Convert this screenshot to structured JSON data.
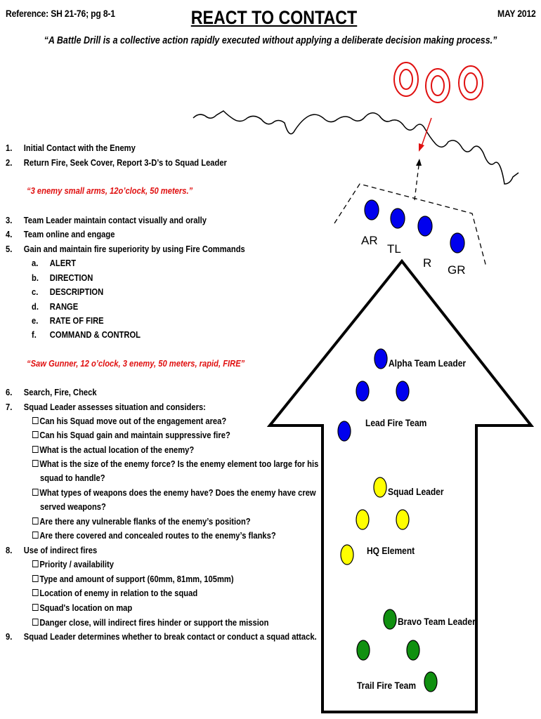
{
  "header": {
    "reference": "Reference: SH 21-76; pg 8-1",
    "title": "REACT TO CONTACT",
    "date": "MAY 2012",
    "quote": "“A Battle Drill is a collective action rapidly executed without applying a deliberate decision making process.”"
  },
  "steps": {
    "s1": {
      "num": "1.",
      "text": "Initial Contact with the Enemy"
    },
    "s2": {
      "num": "2.",
      "text": "Return Fire, Seek Cover, Report 3-D’s to Squad Leader"
    },
    "report_example": "“3 enemy small arms, 12o’clock, 50 meters.”",
    "s3": {
      "num": "3.",
      "text": "Team Leader maintain contact visually and orally"
    },
    "s4": {
      "num": "4.",
      "text": "Team online and engage"
    },
    "s5": {
      "num": "5.",
      "text": "Gain and maintain fire superiority by using Fire Commands"
    },
    "fire_commands": [
      {
        "letter": "a.",
        "text": "ALERT"
      },
      {
        "letter": "b.",
        "text": "DIRECTION"
      },
      {
        "letter": "c.",
        "text": "DESCRIPTION"
      },
      {
        "letter": "d.",
        "text": "RANGE"
      },
      {
        "letter": "e.",
        "text": "RATE OF FIRE"
      },
      {
        "letter": "f.",
        "text": "COMMAND & CONTROL"
      }
    ],
    "fire_example": "“Saw Gunner, 12 o’clock, 3 enemy, 50 meters, rapid, FIRE”",
    "s6": {
      "num": "6.",
      "text": "Search, Fire, Check"
    },
    "s7": {
      "num": "7.",
      "text": "Squad Leader assesses situation and considers:"
    },
    "considerations": [
      "Can his Squad move out of the engagement area?",
      "Can his Squad gain and maintain suppressive fire?",
      "What is the actual location of the enemy?",
      "What is the size of the enemy force? Is the enemy element too large for his",
      "squad to handle?",
      "What types of weapons does the enemy have? Does the enemy have crew",
      "served weapons?",
      "Are there any vulnerable flanks of the enemy’s position?",
      "Are there covered and concealed routes to the enemy’s flanks?"
    ],
    "s8": {
      "num": "8.",
      "text": "Use of indirect fires"
    },
    "indirect": [
      "Priority / availability",
      "Type and amount of support (60mm, 81mm, 105mm)",
      "Location of enemy in relation to the squad",
      "Squad's location on map",
      "Danger close, will indirect fires hinder or support the mission"
    ],
    "s9": {
      "num": "9.",
      "text": "Squad Leader determines whether to break contact or conduct a squad attack."
    }
  },
  "diagram": {
    "colors": {
      "alpha": "#0000ee",
      "hq": "#ffff00",
      "bravo": "#109010",
      "fire": "#e01010"
    },
    "roles": {
      "ar": "AR",
      "tl": "TL",
      "r": "R",
      "gr": "GR"
    },
    "labels": {
      "alpha_leader": "Alpha Team Leader",
      "lead_team": "Lead Fire Team",
      "squad_leader": "Squad Leader",
      "hq": "HQ Element",
      "bravo_leader": "Bravo Team Leader",
      "trail_team": "Trail Fire Team"
    },
    "icons": {
      "target": "target-icon",
      "soldier": "soldier-marker-icon",
      "movement": "arrow-up-icon"
    }
  }
}
